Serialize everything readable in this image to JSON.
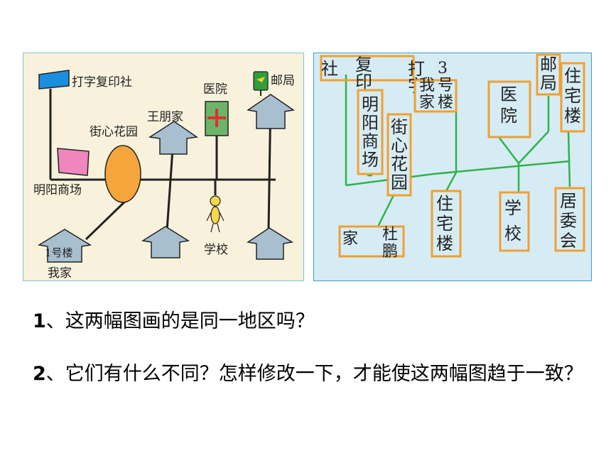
{
  "left_map": {
    "labels": {
      "print_shop": "打字复印社",
      "hospital": "医院",
      "post_office": "邮局",
      "wang_peng_home": "王朋家",
      "garden": "街心花园",
      "mall": "明阳商场",
      "building_1": "1号楼",
      "my_home": "我家",
      "school": "学校"
    }
  },
  "right_map": {
    "labels": {
      "print_shop": "打字复印社",
      "mall": "明阳商场",
      "building_3_my_home": "3号楼我家",
      "garden": "街心花园",
      "hospital": "医院",
      "post_office": "邮局",
      "residence_1": "住宅楼",
      "du_peng_home": "杜鹏家",
      "residence_2": "住宅楼",
      "school": "学校",
      "committee": "居委会"
    }
  },
  "questions": {
    "q1_num": "1",
    "q1_text": "、这两幅图画的是同一地区吗？",
    "q2_num": "2",
    "q2_text": "、它们有什么不同？怎样修改一下，才能使这两幅图趋于一致？"
  }
}
